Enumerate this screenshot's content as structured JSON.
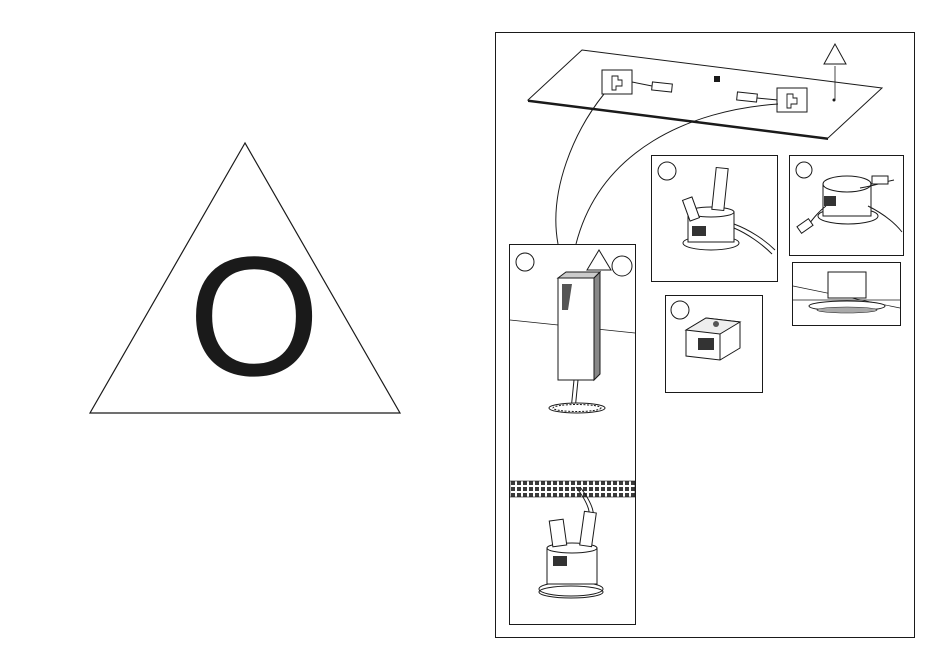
{
  "left_panel": {
    "warning_letter": "O"
  },
  "diagram": {
    "icons": [
      "ceiling-panel",
      "junction-box",
      "connector",
      "wire",
      "hole-saw-drill",
      "mounting-clip",
      "terminal-block",
      "led-downlight",
      "ceiling-grid",
      "step-circle",
      "caution-triangle"
    ],
    "colors": {
      "line": "#1a1a1a",
      "fill": "#ffffff",
      "shade": "#bdbdbd"
    }
  }
}
